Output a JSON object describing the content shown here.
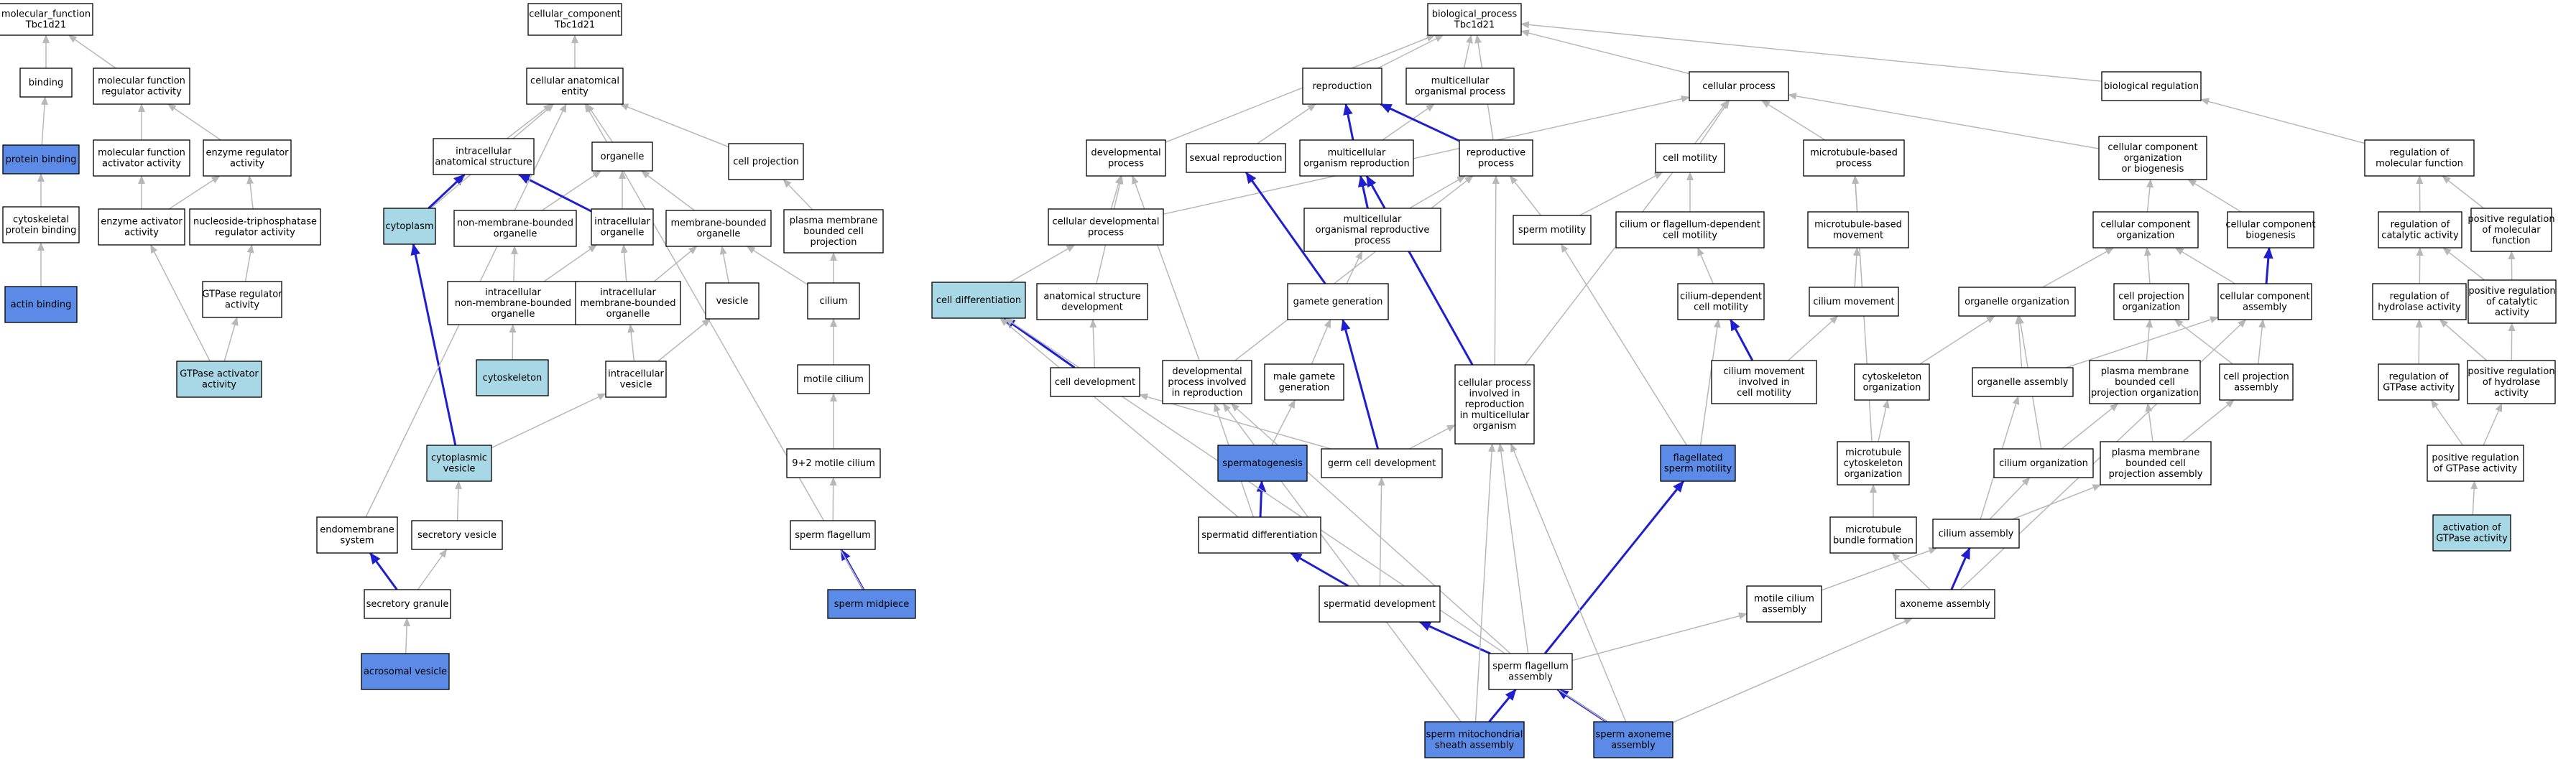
{
  "colors": {
    "plain": "#ffffff",
    "selected": "#5b8be6",
    "light": "#a8d8e6",
    "edge_is_a": "#b8b8b8",
    "edge_highlight": "#1f1fd0"
  },
  "nodes": [
    {
      "id": "mf",
      "label": "molecular_function\nTbc1d21",
      "fill": "plain"
    },
    {
      "id": "binding",
      "label": "binding",
      "fill": "plain"
    },
    {
      "id": "mfreg",
      "label": "molecular function\nregulator activity",
      "fill": "plain"
    },
    {
      "id": "protbind",
      "label": "protein binding",
      "fill": "selected"
    },
    {
      "id": "mfact",
      "label": "molecular function\nactivator activity",
      "fill": "plain"
    },
    {
      "id": "enzreg",
      "label": "enzyme regulator\nactivity",
      "fill": "plain"
    },
    {
      "id": "cytoskbind",
      "label": "cytoskeletal\nprotein binding",
      "fill": "plain"
    },
    {
      "id": "enzact",
      "label": "enzyme activator\nactivity",
      "fill": "plain"
    },
    {
      "id": "ntpreg",
      "label": "nucleoside-triphosphatase\nregulator activity",
      "fill": "plain"
    },
    {
      "id": "actin",
      "label": "actin binding",
      "fill": "selected"
    },
    {
      "id": "gtpreg",
      "label": "GTPase regulator\nactivity",
      "fill": "plain"
    },
    {
      "id": "gtpact",
      "label": "GTPase activator\nactivity",
      "fill": "light"
    },
    {
      "id": "cc",
      "label": "cellular_component\nTbc1d21",
      "fill": "plain"
    },
    {
      "id": "cae",
      "label": "cellular anatomical\nentity",
      "fill": "plain"
    },
    {
      "id": "ias",
      "label": "intracellular\nanatomical structure",
      "fill": "plain"
    },
    {
      "id": "organelle",
      "label": "organelle",
      "fill": "plain"
    },
    {
      "id": "cellproj",
      "label": "cell projection",
      "fill": "plain"
    },
    {
      "id": "cytoplasm",
      "label": "cytoplasm",
      "fill": "light"
    },
    {
      "id": "nmbo",
      "label": "non-membrane-bounded\norganelle",
      "fill": "plain"
    },
    {
      "id": "intorg",
      "label": "intracellular\norganelle",
      "fill": "plain"
    },
    {
      "id": "mbo",
      "label": "membrane-bounded\norganelle",
      "fill": "plain"
    },
    {
      "id": "pmbcp",
      "label": "plasma membrane\nbounded cell\nprojection",
      "fill": "plain"
    },
    {
      "id": "inmbo",
      "label": "intracellular\nnon-membrane-bounded\norganelle",
      "fill": "plain"
    },
    {
      "id": "imbo",
      "label": "intracellular\nmembrane-bounded\norganelle",
      "fill": "plain"
    },
    {
      "id": "vesicle",
      "label": "vesicle",
      "fill": "plain"
    },
    {
      "id": "cilium",
      "label": "cilium",
      "fill": "plain"
    },
    {
      "id": "cytoskeleton",
      "label": "cytoskeleton",
      "fill": "light"
    },
    {
      "id": "intves",
      "label": "intracellular\nvesicle",
      "fill": "plain"
    },
    {
      "id": "motcil",
      "label": "motile cilium",
      "fill": "plain"
    },
    {
      "id": "cytves",
      "label": "cytoplasmic\nvesicle",
      "fill": "light"
    },
    {
      "id": "ninetwo",
      "label": "9+2 motile cilium",
      "fill": "plain"
    },
    {
      "id": "endomem",
      "label": "endomembrane\nsystem",
      "fill": "plain"
    },
    {
      "id": "secves",
      "label": "secretory vesicle",
      "fill": "plain"
    },
    {
      "id": "spflag",
      "label": "sperm flagellum",
      "fill": "plain"
    },
    {
      "id": "secgran",
      "label": "secretory granule",
      "fill": "plain"
    },
    {
      "id": "spmid",
      "label": "sperm midpiece",
      "fill": "selected"
    },
    {
      "id": "acro",
      "label": "acrosomal vesicle",
      "fill": "selected"
    },
    {
      "id": "bp",
      "label": "biological_process\nTbc1d21",
      "fill": "plain"
    },
    {
      "id": "repro",
      "label": "reproduction",
      "fill": "plain"
    },
    {
      "id": "mop",
      "label": "multicellular\norganismal process",
      "fill": "plain"
    },
    {
      "id": "cellproc",
      "label": "cellular process",
      "fill": "plain"
    },
    {
      "id": "bioreg",
      "label": "biological regulation",
      "fill": "plain"
    },
    {
      "id": "devproc",
      "label": "developmental\nprocess",
      "fill": "plain"
    },
    {
      "id": "sexrep",
      "label": "sexual reproduction",
      "fill": "plain"
    },
    {
      "id": "morg",
      "label": "multicellular\norganism reproduction",
      "fill": "plain"
    },
    {
      "id": "repproc",
      "label": "reproductive\nprocess",
      "fill": "plain"
    },
    {
      "id": "cellmot",
      "label": "cell motility",
      "fill": "plain"
    },
    {
      "id": "mtbp",
      "label": "microtubule-based\nprocess",
      "fill": "plain"
    },
    {
      "id": "ccob",
      "label": "cellular component\norganization\nor biogenesis",
      "fill": "plain"
    },
    {
      "id": "regmf",
      "label": "regulation of\nmolecular function",
      "fill": "plain"
    },
    {
      "id": "celldevproc",
      "label": "cellular developmental\nprocess",
      "fill": "plain"
    },
    {
      "id": "morp",
      "label": "multicellular\norganismal reproductive\nprocess",
      "fill": "plain"
    },
    {
      "id": "spmot",
      "label": "sperm motility",
      "fill": "plain"
    },
    {
      "id": "cfdcm",
      "label": "cilium or flagellum-dependent\ncell motility",
      "fill": "plain"
    },
    {
      "id": "mtbm",
      "label": "microtubule-based\nmovement",
      "fill": "plain"
    },
    {
      "id": "cco",
      "label": "cellular component\norganization",
      "fill": "plain"
    },
    {
      "id": "ccb",
      "label": "cellular component\nbiogenesis",
      "fill": "plain"
    },
    {
      "id": "regcat",
      "label": "regulation of\ncatalytic activity",
      "fill": "plain"
    },
    {
      "id": "posregmf",
      "label": "positive regulation\nof molecular\nfunction",
      "fill": "plain"
    },
    {
      "id": "celldiff",
      "label": "cell differentiation",
      "fill": "light"
    },
    {
      "id": "asd",
      "label": "anatomical structure\ndevelopment",
      "fill": "plain"
    },
    {
      "id": "gamgen",
      "label": "gamete generation",
      "fill": "plain"
    },
    {
      "id": "cdcm",
      "label": "cilium-dependent\ncell motility",
      "fill": "plain"
    },
    {
      "id": "cilmov",
      "label": "cilium movement",
      "fill": "plain"
    },
    {
      "id": "orgorg",
      "label": "organelle organization",
      "fill": "plain"
    },
    {
      "id": "cporg",
      "label": "cell projection\norganization",
      "fill": "plain"
    },
    {
      "id": "ccasm",
      "label": "cellular component\nassembly",
      "fill": "plain"
    },
    {
      "id": "reghyd",
      "label": "regulation of\nhydrolase activity",
      "fill": "plain"
    },
    {
      "id": "posregcat",
      "label": "positive regulation\nof catalytic\nactivity",
      "fill": "plain"
    },
    {
      "id": "celldev",
      "label": "cell development",
      "fill": "plain"
    },
    {
      "id": "dpir",
      "label": "developmental\nprocess involved\nin reproduction",
      "fill": "plain"
    },
    {
      "id": "mgg",
      "label": "male gamete\ngeneration",
      "fill": "plain"
    },
    {
      "id": "cpirmo",
      "label": "cellular process\ninvolved in\nreproduction\nin multicellular\norganism",
      "fill": "plain"
    },
    {
      "id": "cmirc",
      "label": "cilium movement\ninvolved in\ncell motility",
      "fill": "plain"
    },
    {
      "id": "cskorg",
      "label": "cytoskeleton\norganization",
      "fill": "plain"
    },
    {
      "id": "orgasm",
      "label": "organelle assembly",
      "fill": "plain"
    },
    {
      "id": "pmbcpo",
      "label": "plasma membrane\nbounded cell\nprojection organization",
      "fill": "plain"
    },
    {
      "id": "cpasm",
      "label": "cell projection\nassembly",
      "fill": "plain"
    },
    {
      "id": "reggtp",
      "label": "regulation of\nGTPase activity",
      "fill": "plain"
    },
    {
      "id": "posreghyd",
      "label": "positive regulation\nof hydrolase\nactivity",
      "fill": "plain"
    },
    {
      "id": "spermatogenesis",
      "label": "spermatogenesis",
      "fill": "selected"
    },
    {
      "id": "germdev",
      "label": "germ cell development",
      "fill": "plain"
    },
    {
      "id": "flagspmot",
      "label": "flagellated\nsperm motility",
      "fill": "selected"
    },
    {
      "id": "mtcskorg",
      "label": "microtubule\ncytoskeleton\norganization",
      "fill": "plain"
    },
    {
      "id": "cilorg",
      "label": "cilium organization",
      "fill": "plain"
    },
    {
      "id": "pmbcpa",
      "label": "plasma membrane\nbounded cell\nprojection assembly",
      "fill": "plain"
    },
    {
      "id": "posreggtp",
      "label": "positive regulation\nof GTPase activity",
      "fill": "plain"
    },
    {
      "id": "spdiff",
      "label": "spermatid differentiation",
      "fill": "plain"
    },
    {
      "id": "mtbf",
      "label": "microtubule\nbundle formation",
      "fill": "plain"
    },
    {
      "id": "cilasm",
      "label": "cilium assembly",
      "fill": "plain"
    },
    {
      "id": "actgtp",
      "label": "activation of\nGTPase activity",
      "fill": "light"
    },
    {
      "id": "spdev",
      "label": "spermatid development",
      "fill": "plain"
    },
    {
      "id": "motcilasm",
      "label": "motile cilium\nassembly",
      "fill": "plain"
    },
    {
      "id": "axasm",
      "label": "axoneme assembly",
      "fill": "plain"
    },
    {
      "id": "spflagasm",
      "label": "sperm flagellum\nassembly",
      "fill": "plain"
    },
    {
      "id": "spmitsh",
      "label": "sperm mitochondrial\nsheath assembly",
      "fill": "selected"
    },
    {
      "id": "spaxasm",
      "label": "sperm axoneme\nassembly",
      "fill": "selected"
    }
  ],
  "edges": [
    [
      "binding",
      "mf",
      "g"
    ],
    [
      "mfreg",
      "mf",
      "g"
    ],
    [
      "protbind",
      "binding",
      "g"
    ],
    [
      "mfact",
      "mfreg",
      "g"
    ],
    [
      "enzreg",
      "mfreg",
      "g"
    ],
    [
      "cytoskbind",
      "protbind",
      "g"
    ],
    [
      "enzact",
      "mfact",
      "g"
    ],
    [
      "enzact",
      "enzreg",
      "g"
    ],
    [
      "ntpreg",
      "enzreg",
      "g"
    ],
    [
      "actin",
      "cytoskbind",
      "g"
    ],
    [
      "gtpreg",
      "ntpreg",
      "g"
    ],
    [
      "gtpact",
      "enzact",
      "g"
    ],
    [
      "gtpact",
      "gtpreg",
      "g"
    ],
    [
      "cae",
      "cc",
      "g"
    ],
    [
      "ias",
      "cae",
      "g"
    ],
    [
      "organelle",
      "cae",
      "g"
    ],
    [
      "cellproj",
      "cae",
      "g"
    ],
    [
      "cytoplasm",
      "ias",
      "b"
    ],
    [
      "cytoplasm",
      "cae",
      "g"
    ],
    [
      "nmbo",
      "organelle",
      "g"
    ],
    [
      "intorg",
      "ias",
      "b"
    ],
    [
      "intorg",
      "organelle",
      "g"
    ],
    [
      "mbo",
      "organelle",
      "g"
    ],
    [
      "pmbcp",
      "cellproj",
      "g"
    ],
    [
      "inmbo",
      "nmbo",
      "g"
    ],
    [
      "inmbo",
      "intorg",
      "g"
    ],
    [
      "imbo",
      "intorg",
      "g"
    ],
    [
      "imbo",
      "mbo",
      "g"
    ],
    [
      "vesicle",
      "mbo",
      "g"
    ],
    [
      "cilium",
      "pmbcp",
      "g"
    ],
    [
      "cilium",
      "mbo",
      "g"
    ],
    [
      "cytoskeleton",
      "inmbo",
      "g"
    ],
    [
      "intves",
      "imbo",
      "g"
    ],
    [
      "intves",
      "vesicle",
      "g"
    ],
    [
      "motcil",
      "cilium",
      "g"
    ],
    [
      "cytves",
      "cytoplasm",
      "b"
    ],
    [
      "cytves",
      "intves",
      "g"
    ],
    [
      "ninetwo",
      "motcil",
      "g"
    ],
    [
      "endomem",
      "cae",
      "g"
    ],
    [
      "secves",
      "cytves",
      "g"
    ],
    [
      "spflag",
      "ninetwo",
      "g"
    ],
    [
      "secgran",
      "endomem",
      "b"
    ],
    [
      "secgran",
      "secves",
      "g"
    ],
    [
      "spmid",
      "spflag",
      "b"
    ],
    [
      "spmid",
      "cae",
      "g"
    ],
    [
      "acro",
      "secgran",
      "g"
    ],
    [
      "repro",
      "bp",
      "g"
    ],
    [
      "mop",
      "bp",
      "g"
    ],
    [
      "cellproc",
      "bp",
      "g"
    ],
    [
      "bioreg",
      "bp",
      "g"
    ],
    [
      "devproc",
      "bp",
      "g"
    ],
    [
      "sexrep",
      "repro",
      "g"
    ],
    [
      "morg",
      "repro",
      "b"
    ],
    [
      "morg",
      "mop",
      "g"
    ],
    [
      "repproc",
      "repro",
      "b"
    ],
    [
      "repproc",
      "bp",
      "g"
    ],
    [
      "cellmot",
      "cellproc",
      "g"
    ],
    [
      "mtbp",
      "cellproc",
      "g"
    ],
    [
      "ccob",
      "cellproc",
      "g"
    ],
    [
      "regmf",
      "bioreg",
      "g"
    ],
    [
      "celldevproc",
      "devproc",
      "g"
    ],
    [
      "celldevproc",
      "cellproc",
      "g"
    ],
    [
      "morp",
      "morg",
      "b"
    ],
    [
      "morp",
      "repproc",
      "g"
    ],
    [
      "spmot",
      "repproc",
      "g"
    ],
    [
      "spmot",
      "cellmot",
      "g"
    ],
    [
      "cfdcm",
      "cellmot",
      "g"
    ],
    [
      "mtbm",
      "mtbp",
      "g"
    ],
    [
      "cco",
      "ccob",
      "g"
    ],
    [
      "ccb",
      "ccob",
      "g"
    ],
    [
      "regcat",
      "regmf",
      "g"
    ],
    [
      "posregmf",
      "regmf",
      "g"
    ],
    [
      "celldiff",
      "celldevproc",
      "g"
    ],
    [
      "asd",
      "devproc",
      "g"
    ],
    [
      "gamgen",
      "sexrep",
      "b"
    ],
    [
      "gamgen",
      "morp",
      "g"
    ],
    [
      "cdcm",
      "cfdcm",
      "g"
    ],
    [
      "cilmov",
      "mtbm",
      "g"
    ],
    [
      "orgorg",
      "cco",
      "g"
    ],
    [
      "cporg",
      "cco",
      "g"
    ],
    [
      "ccasm",
      "cco",
      "g"
    ],
    [
      "ccasm",
      "ccb",
      "b"
    ],
    [
      "reghyd",
      "regcat",
      "g"
    ],
    [
      "posregcat",
      "regcat",
      "g"
    ],
    [
      "posregcat",
      "posregmf",
      "g"
    ],
    [
      "celldev",
      "celldiff",
      "b"
    ],
    [
      "celldev",
      "asd",
      "g"
    ],
    [
      "dpir",
      "devproc",
      "g"
    ],
    [
      "dpir",
      "repproc",
      "g"
    ],
    [
      "mgg",
      "gamgen",
      "g"
    ],
    [
      "cpirmo",
      "morg",
      "b"
    ],
    [
      "cpirmo",
      "repproc",
      "g"
    ],
    [
      "cpirmo",
      "cellproc",
      "g"
    ],
    [
      "cmirc",
      "cdcm",
      "b"
    ],
    [
      "cmirc",
      "cilmov",
      "g"
    ],
    [
      "cskorg",
      "orgorg",
      "g"
    ],
    [
      "orgasm",
      "orgorg",
      "g"
    ],
    [
      "orgasm",
      "ccasm",
      "g"
    ],
    [
      "pmbcpo",
      "cporg",
      "g"
    ],
    [
      "cpasm",
      "cporg",
      "g"
    ],
    [
      "cpasm",
      "ccasm",
      "g"
    ],
    [
      "reggtp",
      "reghyd",
      "g"
    ],
    [
      "posreghyd",
      "reghyd",
      "g"
    ],
    [
      "posreghyd",
      "posregcat",
      "g"
    ],
    [
      "spermatogenesis",
      "mgg",
      "g"
    ],
    [
      "germdev",
      "celldev",
      "g"
    ],
    [
      "germdev",
      "gamgen",
      "b"
    ],
    [
      "germdev",
      "cpirmo",
      "g"
    ],
    [
      "flagspmot",
      "spmot",
      "g"
    ],
    [
      "flagspmot",
      "cdcm",
      "g"
    ],
    [
      "mtcskorg",
      "cskorg",
      "g"
    ],
    [
      "mtcskorg",
      "mtbp",
      "g"
    ],
    [
      "cilorg",
      "pmbcpo",
      "g"
    ],
    [
      "cilorg",
      "orgorg",
      "g"
    ],
    [
      "pmbcpa",
      "pmbcpo",
      "g"
    ],
    [
      "pmbcpa",
      "cpasm",
      "g"
    ],
    [
      "posreggtp",
      "reggtp",
      "g"
    ],
    [
      "posreggtp",
      "posreghyd",
      "g"
    ],
    [
      "spdiff",
      "spermatogenesis",
      "b"
    ],
    [
      "spdiff",
      "dpir",
      "g"
    ],
    [
      "spdiff",
      "celldiff",
      "g"
    ],
    [
      "mtbf",
      "mtcskorg",
      "g"
    ],
    [
      "cilasm",
      "cilorg",
      "g"
    ],
    [
      "cilasm",
      "pmbcpa",
      "g"
    ],
    [
      "cilasm",
      "orgasm",
      "g"
    ],
    [
      "actgtp",
      "posreggtp",
      "g"
    ],
    [
      "spdev",
      "spdiff",
      "b"
    ],
    [
      "spdev",
      "germdev",
      "g"
    ],
    [
      "motcilasm",
      "cilasm",
      "g"
    ],
    [
      "axasm",
      "cilasm",
      "b"
    ],
    [
      "axasm",
      "mtbf",
      "g"
    ],
    [
      "axasm",
      "ccasm",
      "g"
    ],
    [
      "spflagasm",
      "spdev",
      "b"
    ],
    [
      "spflagasm",
      "flagspmot",
      "b"
    ],
    [
      "spflagasm",
      "motcilasm",
      "g"
    ],
    [
      "spflagasm",
      "dpir",
      "g"
    ],
    [
      "spflagasm",
      "cpirmo",
      "g"
    ],
    [
      "spmitsh",
      "spflagasm",
      "b"
    ],
    [
      "spmitsh",
      "cpirmo",
      "g"
    ],
    [
      "spmitsh",
      "dpir",
      "g"
    ],
    [
      "spaxasm",
      "spflagasm",
      "b"
    ],
    [
      "spaxasm",
      "axasm",
      "g"
    ],
    [
      "spaxasm",
      "cpirmo",
      "g"
    ],
    [
      "spaxasm",
      "celldiff",
      "g"
    ]
  ]
}
